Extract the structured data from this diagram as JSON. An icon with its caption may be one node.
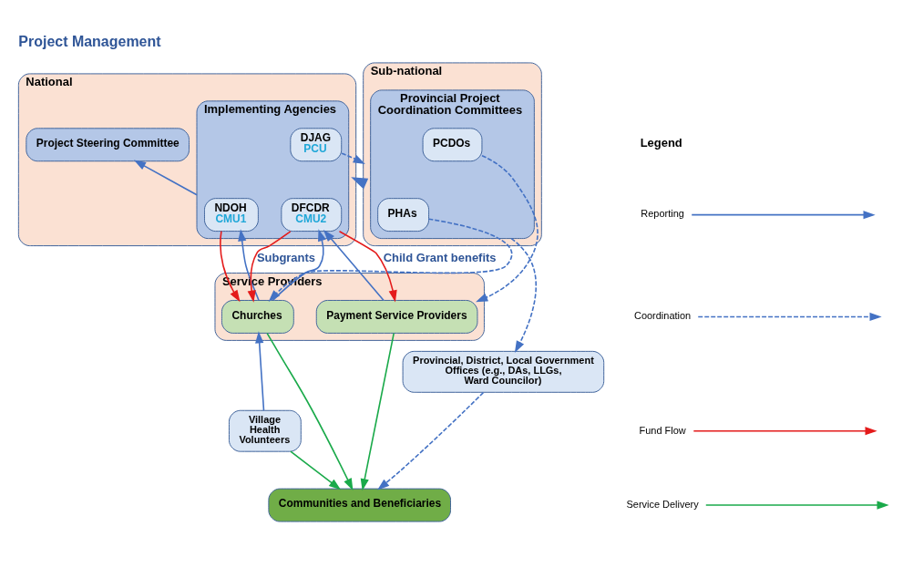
{
  "diagram": {
    "title": "Project Management",
    "nodes": [
      {
        "text": [
          "National"
        ]
      },
      {
        "text": [
          "Project Steering Committee"
        ],
        "in": 0
      },
      {
        "text": [
          "Implementing Agencies"
        ],
        "in": 0
      },
      {
        "text": [
          "NDOH",
          "CMU1"
        ],
        "in": 2
      },
      {
        "text": [
          "DFCDR",
          "CMU2"
        ],
        "in": 2
      },
      {
        "text": [
          "DJAG",
          "PCU"
        ],
        "in": 2
      },
      {
        "text": [
          "Service Providers"
        ]
      },
      {
        "text": [
          "Payment Service Providers"
        ],
        "in": 6
      },
      {
        "text": [
          "Churches"
        ],
        "in": 6
      },
      {
        "text": [
          "Sub-national"
        ]
      },
      {
        "text": [
          "Provincial Project Coordination Committees"
        ],
        "in": 9
      },
      {
        "text": [
          "PHAs"
        ],
        "in": 10
      },
      {
        "text": [
          "PCDOs"
        ],
        "in": 10
      },
      {
        "text": [
          "Provincial, District, Local Government Offices (e.g., DAs, LLGs, Ward Councilor)"
        ]
      },
      {
        "text": [
          "Village Health Volunteers"
        ]
      },
      {
        "text": [
          "Communities and Beneficiaries"
        ]
      }
    ],
    "edges": [
      {
        "from": 2,
        "to": 1,
        "arrow": "to"
      },
      {
        "from": 9,
        "to": 0,
        "arrow": "to",
        "style": "thick"
      },
      {
        "from": 5,
        "to": 9,
        "arrow": "to",
        "style": "dashed"
      },
      {
        "from": 3,
        "to": 8,
        "arrow": "to",
        "color": "#e41b1b"
      },
      {
        "from": 4,
        "to": 8,
        "arrow": "to",
        "color": "#e41b1b",
        "label": "Subgrants"
      },
      {
        "from": 4,
        "to": 7,
        "arrow": "to",
        "color": "#e41b1b",
        "label": "Child Grant benefits"
      },
      {
        "from": 8,
        "to": 3,
        "arrow": "to"
      },
      {
        "from": 8,
        "to": 4,
        "arrow": "to"
      },
      {
        "from": 7,
        "to": 4,
        "arrow": "to"
      },
      {
        "from": 10,
        "to": 13,
        "arrow": "to",
        "style": "dashed"
      },
      {
        "from": 12,
        "to": 7,
        "arrow": "to",
        "style": "dashed"
      },
      {
        "from": 11,
        "to": 8,
        "arrow": "to",
        "style": "dashed"
      },
      {
        "from": 13,
        "to": 15,
        "arrow": "to",
        "style": "dashed"
      },
      {
        "from": 14,
        "to": 8,
        "arrow": "to"
      },
      {
        "from": 8,
        "to": 15,
        "arrow": "to",
        "color": "#1aaa4a"
      },
      {
        "from": 14,
        "to": 15,
        "arrow": "to",
        "color": "#1aaa4a"
      },
      {
        "from": 7,
        "to": 15,
        "arrow": "to",
        "color": "#1aaa4a"
      }
    ],
    "labels": [
      "Legend"
    ],
    "legend": [
      {
        "text": "Reporting"
      },
      {
        "text": "Coordination"
      },
      {
        "text": "Fund Flow"
      },
      {
        "text": "Service Delivery"
      }
    ]
  }
}
